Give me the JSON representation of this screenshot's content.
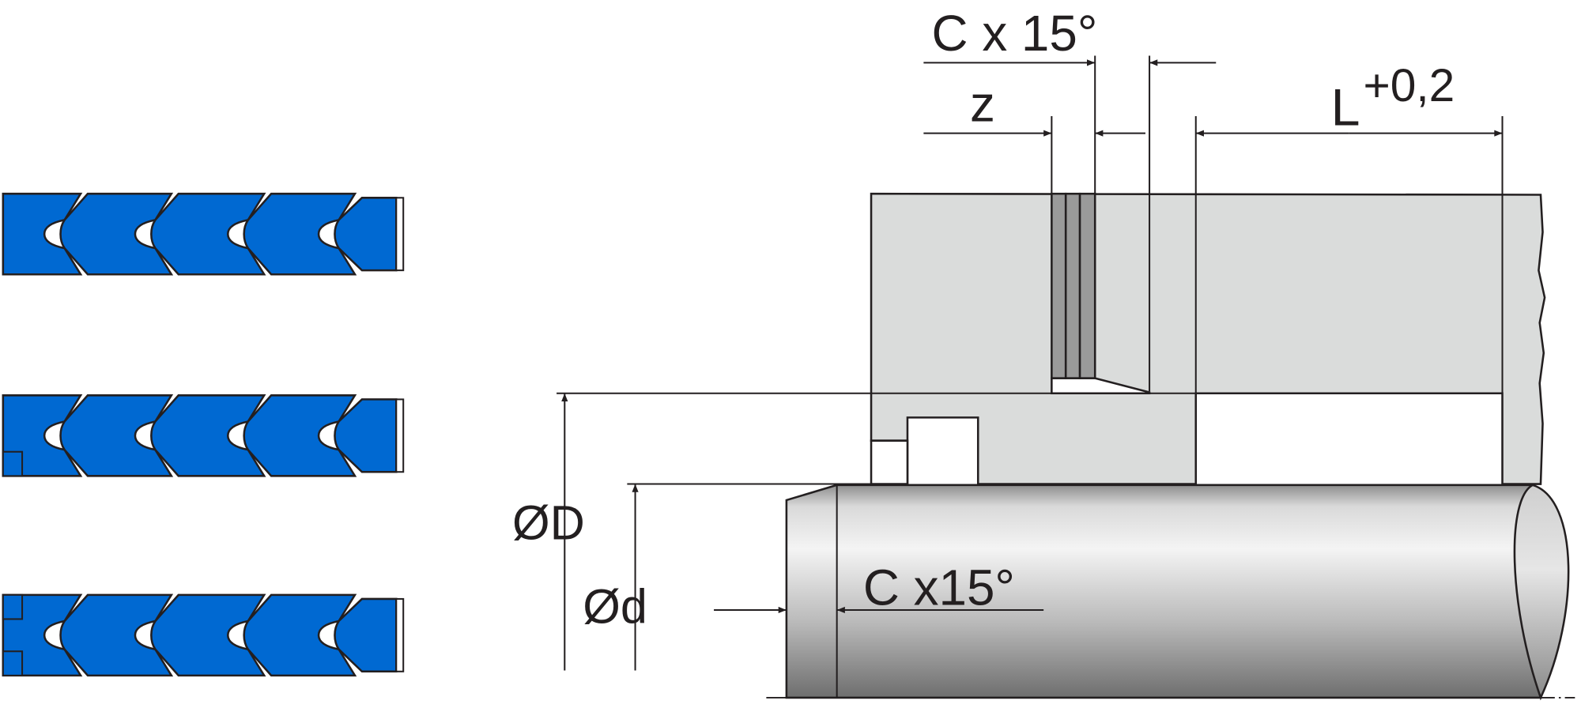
{
  "colors": {
    "seal_blue": "#0069d2",
    "housing_gray": "#dadcdb",
    "ring_gray": "#9a9a9a",
    "outline": "#231f20"
  },
  "seal_variants": [
    {
      "name": "variant-plain",
      "rings": 5
    },
    {
      "name": "variant-bottom-notch",
      "rings": 5
    },
    {
      "name": "variant-double-notch",
      "rings": 5
    }
  ],
  "dimensions": {
    "top_chamfer": "C x 15°",
    "depth": "z",
    "length_main": "L",
    "length_tolerance": "+0,2",
    "outer_diameter": "ØD",
    "rod_diameter": "Ød",
    "rod_chamfer": "C x15°"
  }
}
